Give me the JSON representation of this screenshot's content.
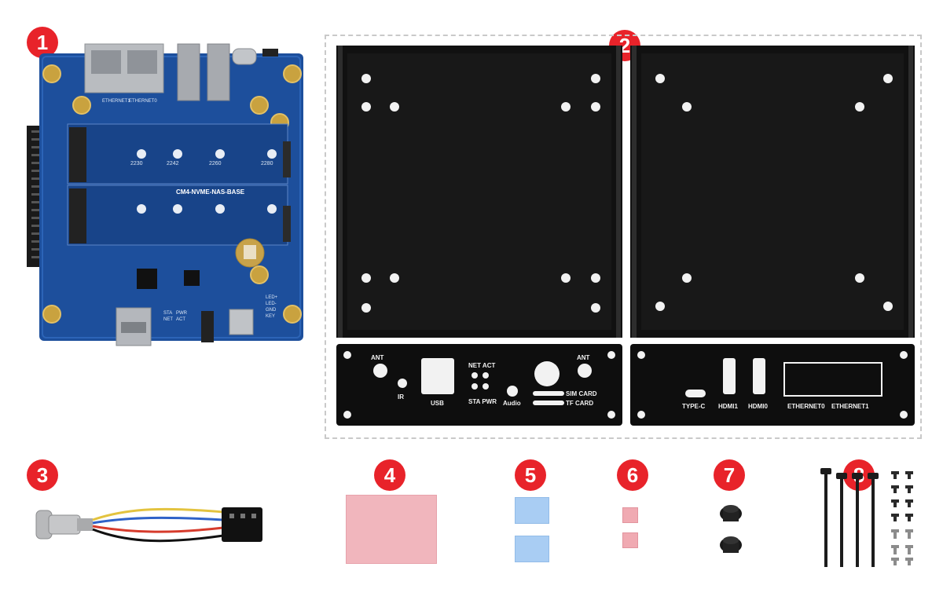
{
  "badges": [
    "1",
    "2",
    "3",
    "4",
    "5",
    "6",
    "7",
    "8"
  ],
  "board": {
    "model": "CM4-NVME-NAS-BASE",
    "ethernet_labels": [
      "ETHERNET1",
      "ETHERNET0"
    ],
    "ssd_sizes": [
      "2230",
      "2242",
      "2260",
      "2280"
    ],
    "led_labels": [
      "LED+",
      "LED-",
      "GND",
      "KEY"
    ],
    "bottom_labels": [
      "STA",
      "PWR",
      "NET",
      "ACT"
    ]
  },
  "front_panel": {
    "labels": [
      "ANT",
      "IR",
      "USB",
      "NET ACT",
      "STA PWR",
      "Audio",
      "ANT",
      "SIM CARD",
      "TF CARD"
    ]
  },
  "rear_panel": {
    "labels": [
      "TYPE-C",
      "HDMI1",
      "HDMI0",
      "ETHERNET0",
      "ETHERNET1"
    ]
  },
  "colors": {
    "badge": "#e8232a",
    "pcb": "#1d4f9c",
    "case": "#111111",
    "thermal_pad_large": "#f1b6bd",
    "thermal_pad_blue": "#a9cdf3",
    "thermal_pad_small": "#f0aab2"
  }
}
